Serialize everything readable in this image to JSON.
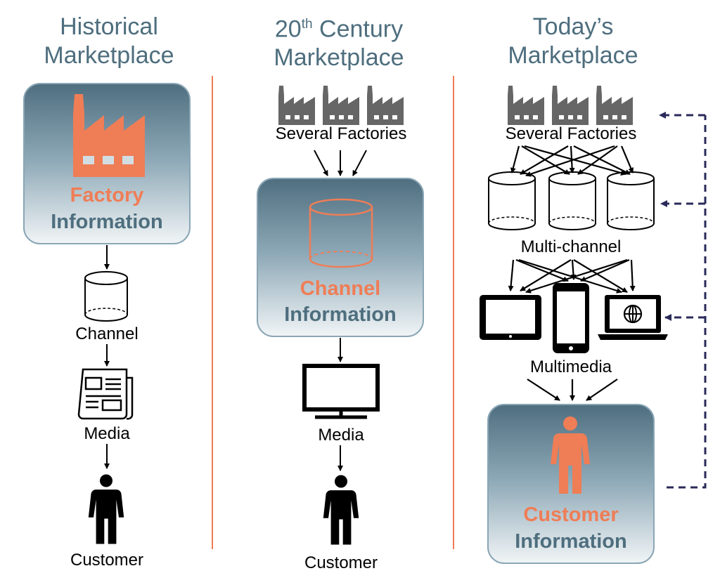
{
  "columns": {
    "historical": {
      "title_line1": "Historical",
      "title_line2": "Marketplace",
      "box_line1": "Factory",
      "box_line2": "Information",
      "channel": "Channel",
      "media": "Media",
      "customer": "Customer"
    },
    "twentieth": {
      "title_ordinal": "20",
      "title_suffix": "th",
      "title_word": "Century",
      "title_line2": "Marketplace",
      "factories": "Several Factories",
      "box_line1": "Channel",
      "box_line2": "Information",
      "media": "Media",
      "customer": "Customer"
    },
    "today": {
      "title_line1": "Today’s",
      "title_line2": "Marketplace",
      "factories": "Several Factories",
      "multichannel": "Multi-channel",
      "multimedia": "Multimedia",
      "box_line1": "Customer",
      "box_line2": "Information"
    }
  },
  "colors": {
    "accent": "#ef7d56",
    "slate": "#4e6e7e",
    "dashed_feedback": "#2a2a5a"
  },
  "icons": [
    "factory-icon",
    "cylinder-icon",
    "newspaper-icon",
    "monitor-icon",
    "tablet-icon",
    "smartphone-icon",
    "laptop-globe-icon",
    "person-icon"
  ]
}
